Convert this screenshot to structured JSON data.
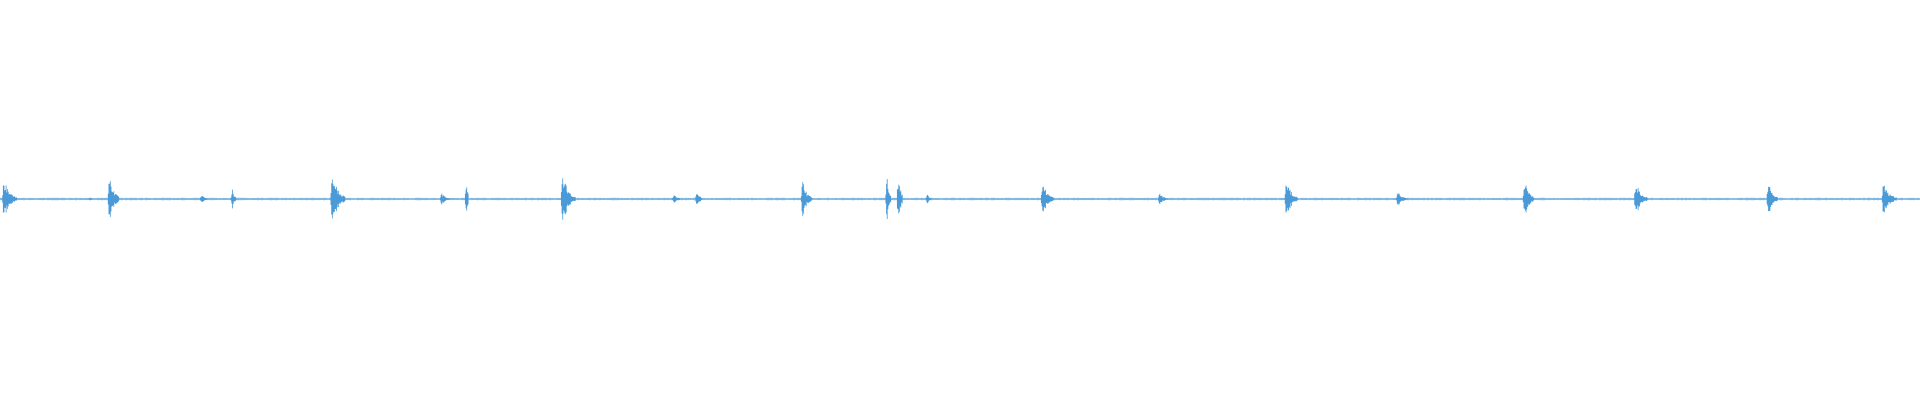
{
  "colors": {
    "background": "#ffffff",
    "waveform": "#4a9ad8"
  },
  "waveform": {
    "channel": "mono",
    "amplitude_range": [
      -1,
      1
    ],
    "baseline_amplitude": 0.0,
    "noise_amplitude": 0.006,
    "bursts": [
      {
        "t": 0.001,
        "amp": 0.11,
        "dur": 0.008
      },
      {
        "t": 0.046,
        "amp": 0.01,
        "dur": 0.004
      },
      {
        "t": 0.056,
        "amp": 0.13,
        "dur": 0.006
      },
      {
        "t": 0.104,
        "amp": 0.02,
        "dur": 0.005
      },
      {
        "t": 0.12,
        "amp": 0.05,
        "dur": 0.003
      },
      {
        "t": 0.172,
        "amp": 0.14,
        "dur": 0.008
      },
      {
        "t": 0.229,
        "amp": 0.03,
        "dur": 0.006
      },
      {
        "t": 0.242,
        "amp": 0.12,
        "dur": 0.002
      },
      {
        "t": 0.292,
        "amp": 0.14,
        "dur": 0.008
      },
      {
        "t": 0.35,
        "amp": 0.02,
        "dur": 0.006
      },
      {
        "t": 0.362,
        "amp": 0.04,
        "dur": 0.004
      },
      {
        "t": 0.417,
        "amp": 0.09,
        "dur": 0.006
      },
      {
        "t": 0.461,
        "amp": 0.11,
        "dur": 0.003
      },
      {
        "t": 0.467,
        "amp": 0.15,
        "dur": 0.003
      },
      {
        "t": 0.482,
        "amp": 0.03,
        "dur": 0.003
      },
      {
        "t": 0.542,
        "amp": 0.09,
        "dur": 0.007
      },
      {
        "t": 0.603,
        "amp": 0.03,
        "dur": 0.006
      },
      {
        "t": 0.669,
        "amp": 0.1,
        "dur": 0.007
      },
      {
        "t": 0.727,
        "amp": 0.04,
        "dur": 0.006
      },
      {
        "t": 0.793,
        "amp": 0.1,
        "dur": 0.006
      },
      {
        "t": 0.851,
        "amp": 0.09,
        "dur": 0.007
      },
      {
        "t": 0.92,
        "amp": 0.1,
        "dur": 0.006
      },
      {
        "t": 0.98,
        "amp": 0.09,
        "dur": 0.008
      }
    ]
  }
}
